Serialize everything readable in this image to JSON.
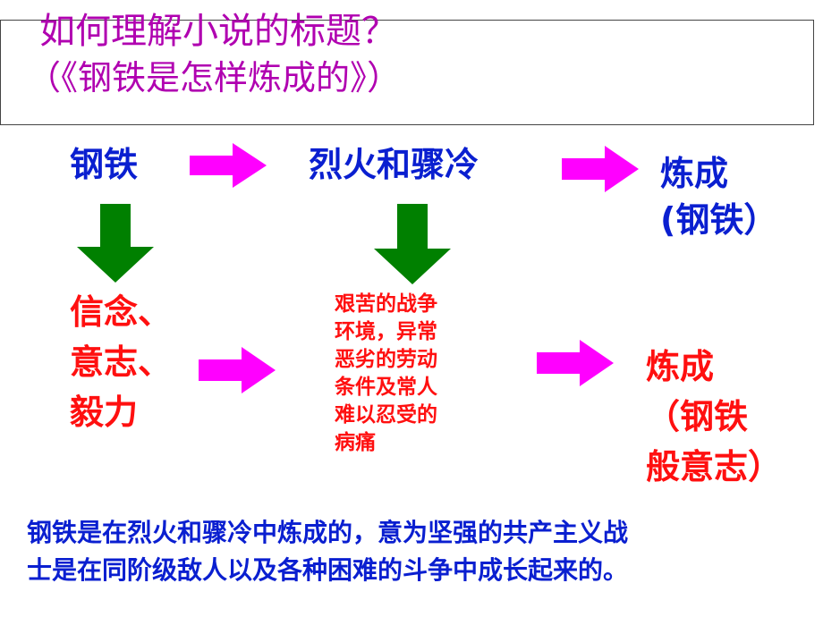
{
  "title": {
    "line1": "如何理解小说的标题？",
    "line2": "（《钢铁是怎样炼成的》）"
  },
  "top_row": {
    "node1": "钢铁",
    "node2": "烈火和骤冷",
    "node3_line1": "炼成",
    "node3_line2": "(钢铁）"
  },
  "bottom_row": {
    "node1_lines": [
      "信念、",
      "意志、",
      "毅力"
    ],
    "node2_lines": [
      "艰苦的战争",
      "环境，异常",
      "恶劣的劳动",
      "条件及常人",
      "难以忍受的",
      "病痛"
    ],
    "node3_lines": [
      "炼成",
      "（钢铁",
      "般意志）"
    ]
  },
  "summary": {
    "line1": "钢铁是在烈火和骤冷中炼成的，意为坚强的共产主义战",
    "line2": "士是在同阶级敌人以及各种困难的斗争中成长起来的。"
  },
  "colors": {
    "title": "#b000b0",
    "blue_text": "#0a1fd0",
    "red_text": "#ff1010",
    "right_arrow": "#ff00ff",
    "down_arrow": "#008000"
  }
}
